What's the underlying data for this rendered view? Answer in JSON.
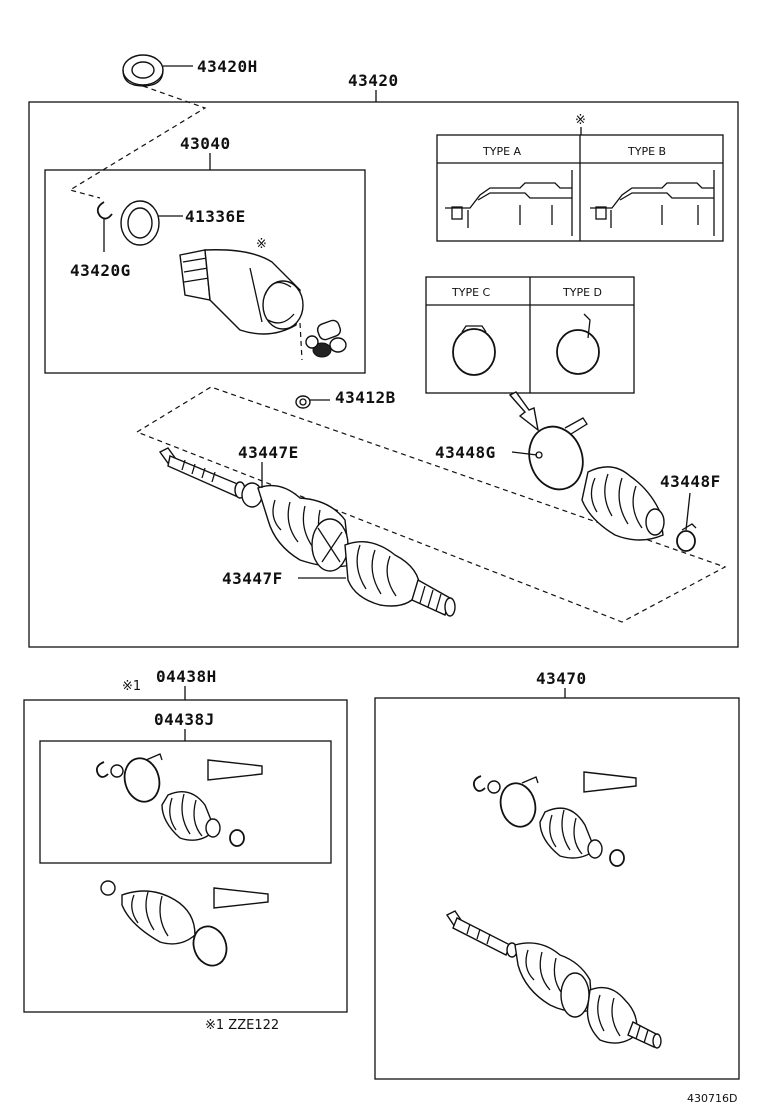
{
  "labels": {
    "p43420H": "43420H",
    "p43420": "43420",
    "p43040": "43040",
    "p41336E": "41336E",
    "p43420G": "43420G",
    "p43412B": "43412B",
    "p43447E": "43447E",
    "p43447F": "43447F",
    "p43448G": "43448G",
    "p43448F": "43448F",
    "p04438H": "04438H",
    "p04438J": "04438J",
    "p43470": "43470",
    "ref_mark_1": "※1",
    "star_mark": "※",
    "footnote": "※1 ZZE122",
    "drawing_id": "430716D"
  },
  "types": {
    "a": "TYPE A",
    "b": "TYPE B",
    "c": "TYPE C",
    "d": "TYPE D"
  }
}
